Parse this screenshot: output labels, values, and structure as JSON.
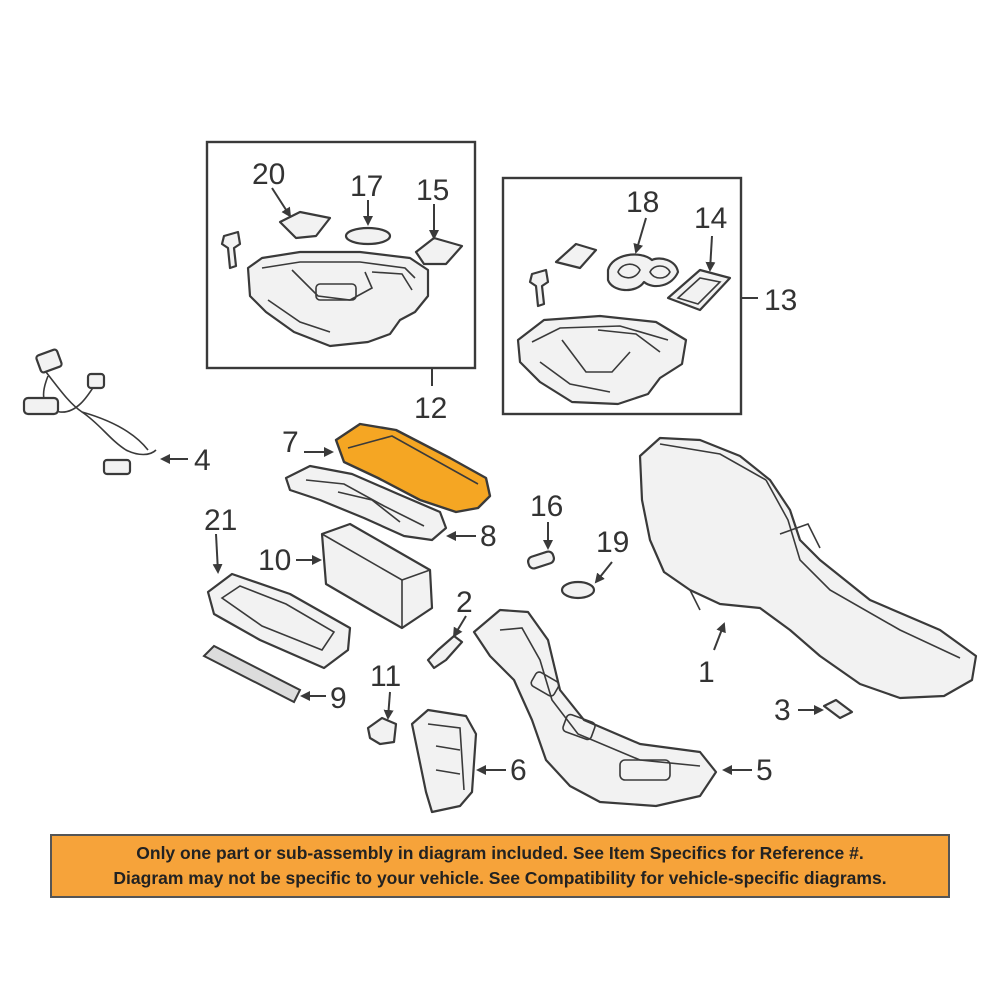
{
  "colors": {
    "highlight": "#f5a623",
    "banner_background": "#f6a33a",
    "line": "#3a3a3a",
    "part_fill": "#f2f2f2"
  },
  "callouts": {
    "c1": "1",
    "c2": "2",
    "c3": "3",
    "c4": "4",
    "c5": "5",
    "c6": "6",
    "c7": "7",
    "c8": "8",
    "c9": "9",
    "c10": "10",
    "c11": "11",
    "c12": "12",
    "c13": "13",
    "c14": "14",
    "c15": "15",
    "c16": "16",
    "c17": "17",
    "c18": "18",
    "c19": "19",
    "c20": "20",
    "c21": "21"
  },
  "highlighted_part": "7",
  "banner": {
    "line1": "Only one part or sub-assembly in diagram included. See Item Specifics for Reference #.",
    "line2": "Diagram may not be specific to your vehicle. See Compatibility for vehicle-specific diagrams."
  }
}
